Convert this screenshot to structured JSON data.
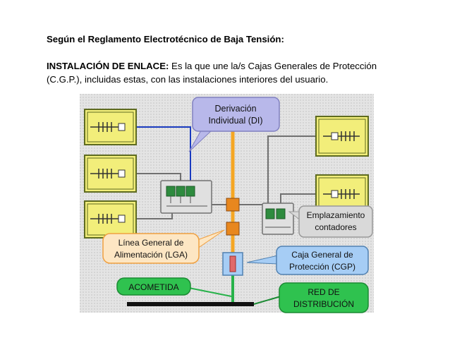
{
  "heading": "Según el Reglamento Electrotécnico de Baja Tensión:",
  "definition": {
    "term": "INSTALACIÓN DE ENLACE:",
    "line1": " Es la que une la/s Cajas Generales de Protección",
    "line2": "(C.G.P.), incluidas estas, con las instalaciones interiores del usuario."
  },
  "labels": {
    "di": [
      "Derivación",
      "Individual (DI)"
    ],
    "lga": [
      "Línea General de",
      "Alimentación (LGA)"
    ],
    "contadores": [
      "Emplazamiento",
      "contadores"
    ],
    "cgp": [
      "Caja General de",
      "Protección (CGP)"
    ],
    "acometida": "ACOMETIDA",
    "red": [
      "RED DE",
      "DISTRIBUCIÓN"
    ]
  },
  "colors": {
    "panel_fill": "#f2ee7a",
    "panel_border": "#5e6b20",
    "di_fill": "#b8b8ea",
    "lga_fill": "#fde6c3",
    "lga_border": "#f0a040",
    "contadores_fill": "#d9d9d9",
    "cgp_fill": "#a6cdf5",
    "green": "#27b24a",
    "red_label_fill": "#2fc24f",
    "riser": "#f5a623",
    "blue_line": "#1a3bbf",
    "gray_line": "#707070",
    "meter_green": "#2e8b3e"
  }
}
